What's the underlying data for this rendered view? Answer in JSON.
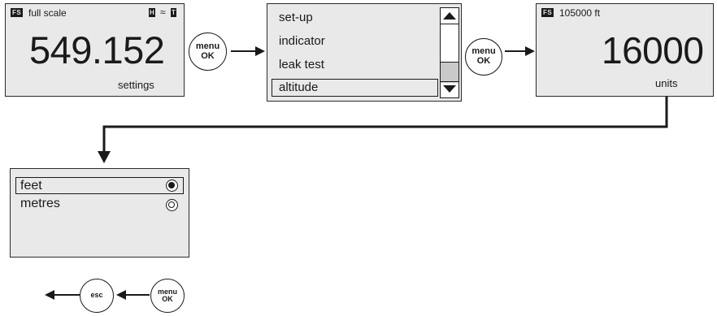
{
  "screen_main": {
    "tag": "FS",
    "label": "full scale",
    "indicator_h": "H",
    "indicator_approx": "≈",
    "indicator_t": "T",
    "value": "549.152",
    "softkey": "settings"
  },
  "button_menu_1": {
    "line1": "menu",
    "line2": "OK"
  },
  "menu": {
    "items": [
      "set-up",
      "indicator",
      "leak test",
      "altitude"
    ],
    "selected_index": 3
  },
  "button_menu_2": {
    "line1": "menu",
    "line2": "OK"
  },
  "screen_altitude": {
    "tag": "FS",
    "label": "105000 ft",
    "value": "16000",
    "softkey": "units"
  },
  "units_screen": {
    "options": [
      {
        "label": "feet",
        "selected": true
      },
      {
        "label": "metres",
        "selected": false
      }
    ]
  },
  "button_esc": {
    "label": "esc"
  },
  "button_menu_3": {
    "line1": "menu",
    "line2": "OK"
  },
  "colors": {
    "screen_bg": "#e9e9e9",
    "ink": "#1a1a1a"
  }
}
